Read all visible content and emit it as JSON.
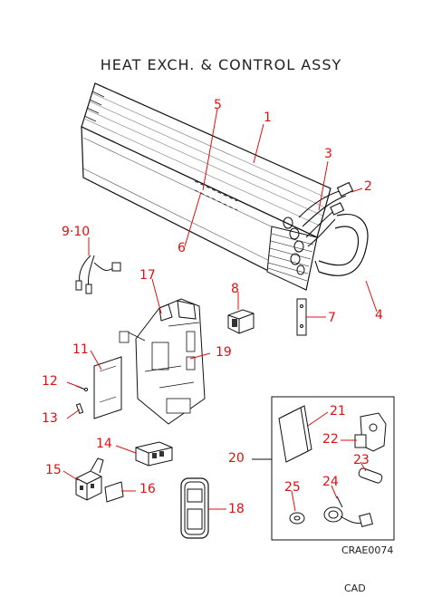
{
  "title": "HEAT EXCH. & CONTROL ASSY",
  "figure_code": "CRAE0074",
  "cad_label": "CAD",
  "accent_color": "#e01010",
  "line_color": "#111111",
  "callouts": [
    {
      "id": "1",
      "label": "1"
    },
    {
      "id": "2",
      "label": "2"
    },
    {
      "id": "3",
      "label": "3"
    },
    {
      "id": "4",
      "label": "4"
    },
    {
      "id": "5",
      "label": "5"
    },
    {
      "id": "6",
      "label": "6"
    },
    {
      "id": "7",
      "label": "7"
    },
    {
      "id": "8",
      "label": "8"
    },
    {
      "id": "9-10",
      "label": "9·10"
    },
    {
      "id": "11",
      "label": "11"
    },
    {
      "id": "12",
      "label": "12"
    },
    {
      "id": "13",
      "label": "13"
    },
    {
      "id": "14",
      "label": "14"
    },
    {
      "id": "15",
      "label": "15"
    },
    {
      "id": "16",
      "label": "16"
    },
    {
      "id": "17",
      "label": "17"
    },
    {
      "id": "18a",
      "label": "18"
    },
    {
      "id": "18b",
      "label": "18"
    },
    {
      "id": "19",
      "label": "19"
    },
    {
      "id": "20",
      "label": "20"
    },
    {
      "id": "21",
      "label": "21"
    },
    {
      "id": "22",
      "label": "22"
    },
    {
      "id": "23",
      "label": "23"
    },
    {
      "id": "24",
      "label": "24"
    },
    {
      "id": "25",
      "label": "25"
    }
  ]
}
